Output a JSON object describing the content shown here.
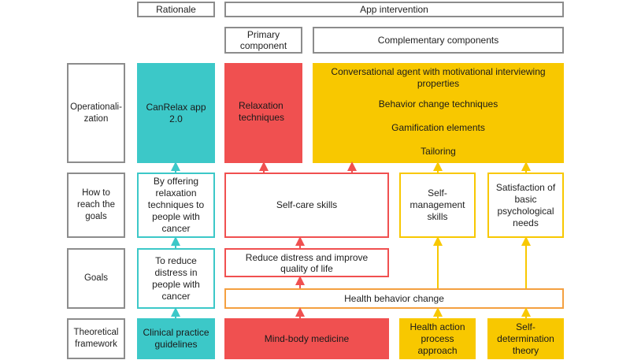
{
  "headers": {
    "rationale": "Rationale",
    "app_intervention": "App intervention",
    "primary_component": "Primary component",
    "complementary_components": "Complementary components"
  },
  "rows": {
    "operationalization": "Operationali-zation",
    "how_to_reach": "How to reach the goals",
    "goals": "Goals",
    "theoretical_framework": "Theoretical framework"
  },
  "rationale_column": {
    "operationalization": "CanRelax app 2.0",
    "how_to_reach": "By offering relaxation techniques to people with cancer",
    "goals": "To reduce distress in people with cancer",
    "framework": "Clinical practice guidelines"
  },
  "primary_column": {
    "operationalization": "Relaxation techniques",
    "how_to_reach": "Self-care skills",
    "goals": "Reduce distress and improve quality of life",
    "framework": "Mind-body medicine"
  },
  "complementary_column": {
    "operationalization_items": [
      "Conversational agent with motivational interviewing properties",
      "Behavior change techniques",
      "Gamification elements",
      "Tailoring"
    ],
    "how_to_reach_self_management": "Self-management skills",
    "how_to_reach_needs": "Satisfaction of basic psychological needs",
    "framework_hapa": "Health action process approach",
    "framework_sdt": "Self-determination theory"
  },
  "shared": {
    "health_behavior_change": "Health behavior change"
  },
  "colors": {
    "teal": "#3cc8c8",
    "red": "#f05050",
    "yellow": "#f8c800",
    "orange": "#f4a040",
    "gray": "#8c8c8c"
  }
}
